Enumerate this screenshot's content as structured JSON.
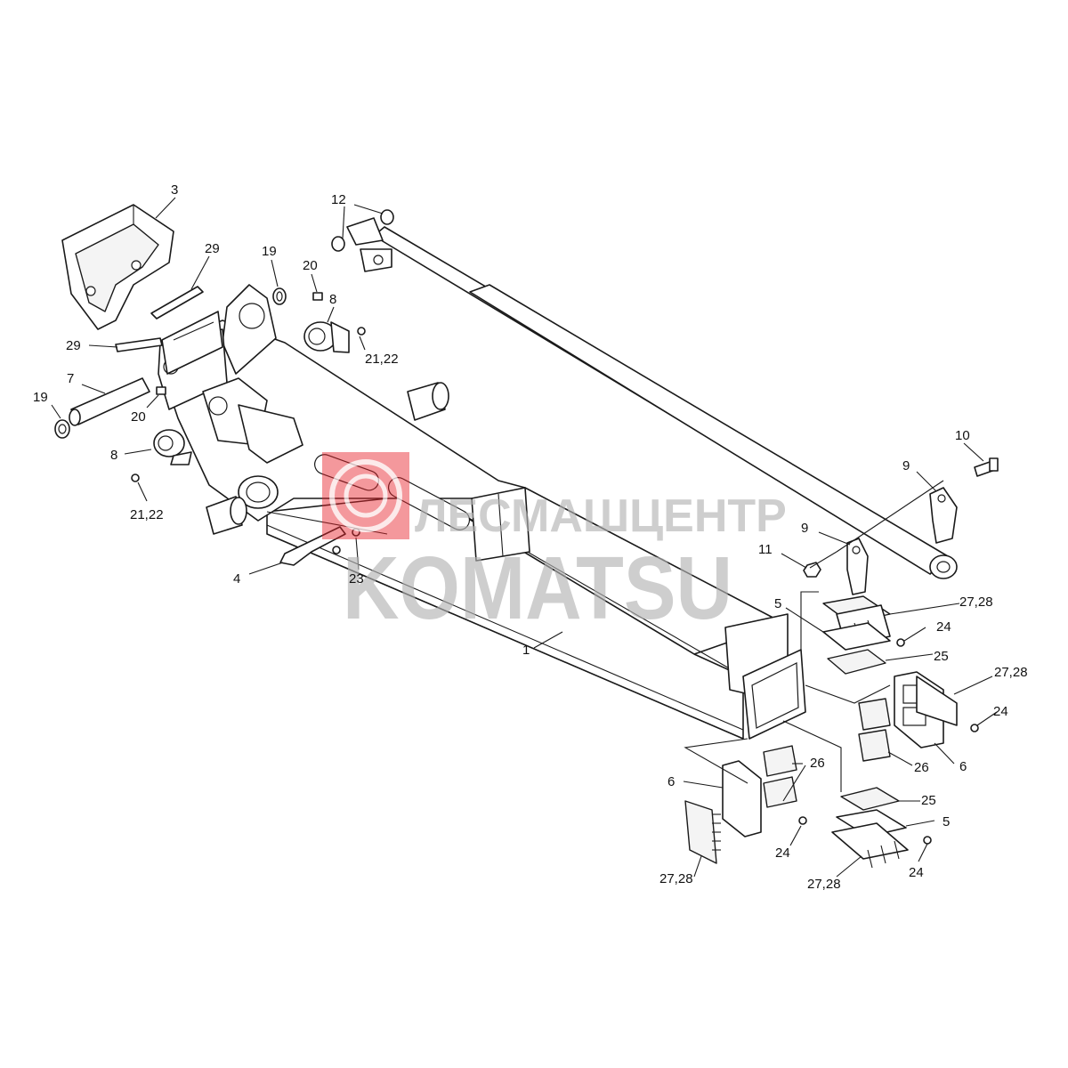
{
  "labels": {
    "l3": "3",
    "l29a": "29",
    "l29b": "29",
    "l19a": "19",
    "l19b": "19",
    "l20a": "20",
    "l20b": "20",
    "l12": "12",
    "l8a": "8",
    "l8b": "8",
    "l2122a": "21,22",
    "l2122b": "21,22",
    "l7": "7",
    "l10": "10",
    "l9a": "9",
    "l9b": "9",
    "l11": "11",
    "l4": "4",
    "l23": "23",
    "l1": "1",
    "l5a": "5",
    "l5b": "5",
    "l2728a": "27,28",
    "l2728b": "27,28",
    "l2728c": "27,28",
    "l2728d": "27,28",
    "l24a": "24",
    "l24b": "24",
    "l24c": "24",
    "l24d": "24",
    "l25a": "25",
    "l25b": "25",
    "l26a": "26",
    "l26b": "26",
    "l6a": "6",
    "l6b": "6"
  },
  "watermark": {
    "company": "ЛЕСМАШЦЕНТР",
    "brand": "KOMATSU",
    "logo_color": "#e8232a",
    "text_color": "#b3b3b3"
  }
}
